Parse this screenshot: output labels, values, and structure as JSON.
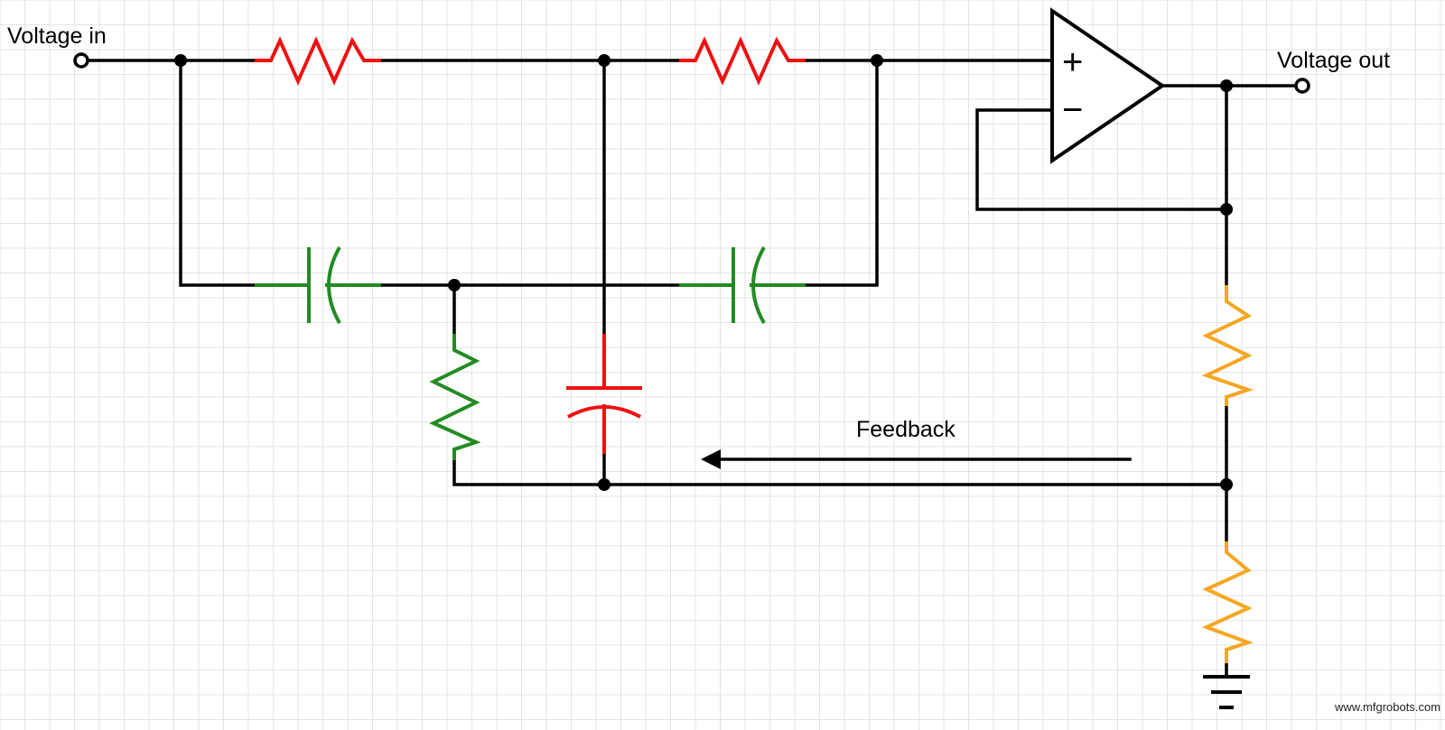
{
  "labels": {
    "voltage_in": "Voltage in",
    "voltage_out": "Voltage out",
    "feedback": "Feedback",
    "opamp_plus": "+",
    "opamp_minus": "−",
    "watermark": "www.mfgrobots.com"
  },
  "colors": {
    "wire": "#000000",
    "grid": "#e3e3e3",
    "series_resistor": "#ee1111",
    "series_capacitor": "#228b22",
    "shunt_resistor": "#228b22",
    "shunt_capacitor": "#ee1111",
    "divider_resistor": "#f5a623"
  },
  "components": [
    {
      "id": "r-series-1",
      "type": "resistor",
      "color": "series_resistor"
    },
    {
      "id": "r-series-2",
      "type": "resistor",
      "color": "series_resistor"
    },
    {
      "id": "c-series-1",
      "type": "capacitor",
      "color": "series_capacitor"
    },
    {
      "id": "c-series-2",
      "type": "capacitor",
      "color": "series_capacitor"
    },
    {
      "id": "r-shunt",
      "type": "resistor",
      "color": "shunt_resistor"
    },
    {
      "id": "c-shunt",
      "type": "capacitor",
      "color": "shunt_capacitor"
    },
    {
      "id": "r-divider-top",
      "type": "resistor",
      "color": "divider_resistor"
    },
    {
      "id": "r-divider-bottom",
      "type": "resistor",
      "color": "divider_resistor"
    },
    {
      "id": "op-amp",
      "type": "opamp"
    },
    {
      "id": "ground",
      "type": "ground-icon"
    }
  ]
}
